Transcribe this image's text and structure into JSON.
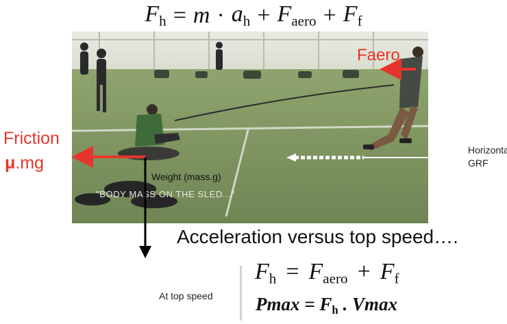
{
  "top_equation": {
    "lhs_symbol": "F",
    "lhs_sub": "h",
    "equals": "=",
    "mass": "m",
    "dot": "·",
    "accel": "a",
    "accel_sub": "h",
    "plus1": "+",
    "aero_symbol": "F",
    "aero_sub": "aero",
    "plus2": "+",
    "fric_symbol": "F",
    "fric_sub": "f"
  },
  "photo": {
    "caption": "\"BODY MASS ON THE SLED...\""
  },
  "labels": {
    "faero": "Faero",
    "friction": "Friction",
    "friction_formula_symbol": "μ",
    "friction_formula_rest": ".mg",
    "weight": "Weight (mass.g)",
    "horizontal": "Horizontal",
    "grf": "GRF",
    "acceleration_vs_top_speed": "Acceleration versus top speed….",
    "at_top_speed": "At top speed"
  },
  "bottom_equation": {
    "lhs_symbol": "F",
    "lhs_sub": "h",
    "equals": "=",
    "aero_symbol": "F",
    "aero_sub": "aero",
    "plus": "+",
    "fric_symbol": "F",
    "fric_sub": "f"
  },
  "power_equation": {
    "lhs": "Pmax",
    "equals": " = ",
    "force_symbol": "F",
    "force_sub": "h",
    "dot": " . ",
    "speed": "Vmax"
  },
  "colors": {
    "force_arrow": "#e8352b",
    "grf_arrow": "#ffffff",
    "weight_arrow": "#000000",
    "divider": "#c9d5dc"
  }
}
